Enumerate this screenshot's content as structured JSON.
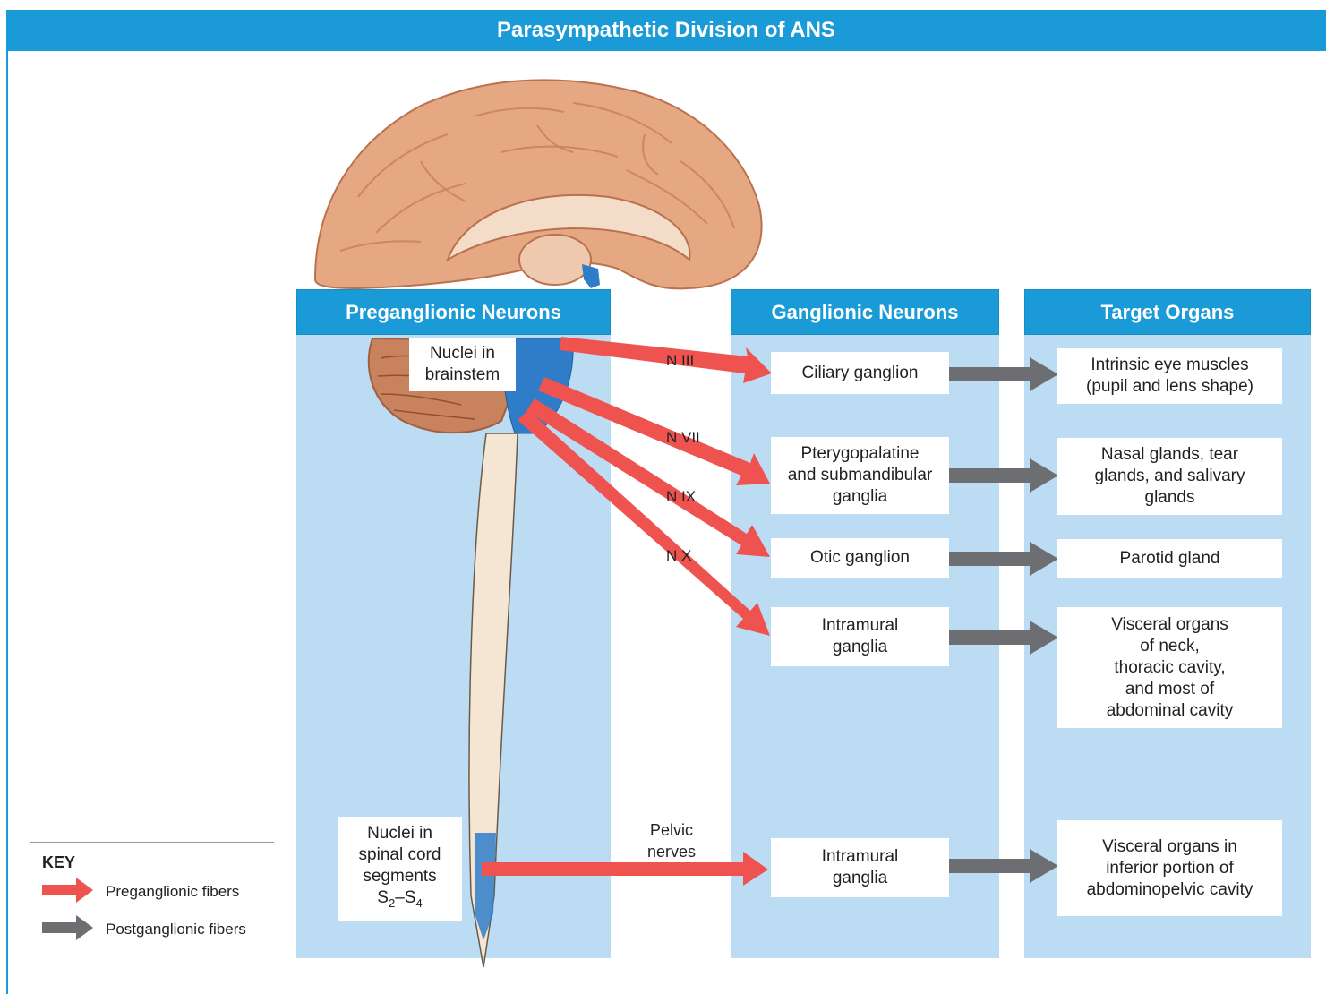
{
  "title": "Parasympathetic Division of ANS",
  "columns": {
    "preganglionic": "Preganglionic Neurons",
    "ganglionic": "Ganglionic Neurons",
    "target": "Target Organs"
  },
  "preganglionic_boxes": {
    "brainstem": "Nuclei in\nbrainstem",
    "spinal_lines": [
      "Nuclei in",
      "spinal cord",
      "segments"
    ],
    "spinal_range": {
      "s": "S",
      "sub_a": "2",
      "dash": "–",
      "s2": "S",
      "sub_b": "4"
    }
  },
  "nerve_labels": {
    "n3": "N III",
    "n7": "N VII",
    "n9": "N IX",
    "n10": "N X",
    "pelvic": "Pelvic\nnerves"
  },
  "ganglia": {
    "ciliary": "Ciliary ganglion",
    "pterygo": "Pterygopalatine\nand submandibular\nganglia",
    "otic": "Otic ganglion",
    "intramural_upper": "Intramural\nganglia",
    "intramural_lower": "Intramural\nganglia"
  },
  "targets": {
    "eye": "Intrinsic eye muscles\n(pupil and lens shape)",
    "glands": "Nasal glands, tear\nglands, and salivary\nglands",
    "parotid": "Parotid gland",
    "visceral_upper": "Visceral organs\nof neck,\nthoracic cavity,\nand most of\nabdominal cavity",
    "visceral_lower": "Visceral organs in\ninferior portion of\nabdominopelvic cavity"
  },
  "key": {
    "title": "KEY",
    "pre": "Preganglionic fibers",
    "post": "Postganglionic fibers"
  },
  "colors": {
    "header_blue": "#1a9bd7",
    "column_blue": "#bcdcf3",
    "preganglionic_red": "#ef5350",
    "postganglionic_gray": "#6d6e71"
  }
}
